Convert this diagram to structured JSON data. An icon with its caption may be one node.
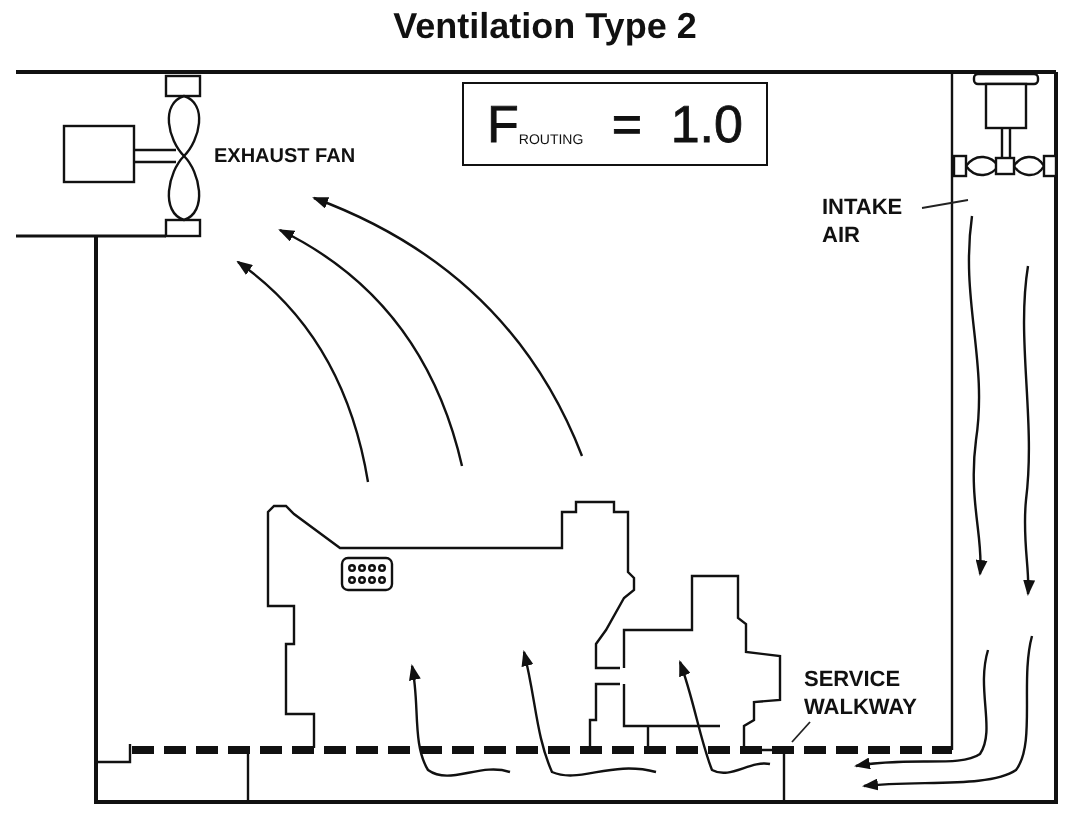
{
  "diagram": {
    "title": "Ventilation Type 2",
    "nodes": [
      {
        "text": [
          "F$_{ROUTING}$ = 1.0"
        ]
      },
      {
        "text": [
          "INTAKE AIR"
        ]
      },
      {
        "text": [
          "SERVICE WALKWAY"
        ]
      }
    ],
    "edges": [
      {
        "from": 1,
        "to": null,
        "arrow": "none"
      },
      {
        "from": 2,
        "to": null,
        "arrow": "none"
      }
    ],
    "labels": [
      "EXHAUST FAN"
    ]
  }
}
